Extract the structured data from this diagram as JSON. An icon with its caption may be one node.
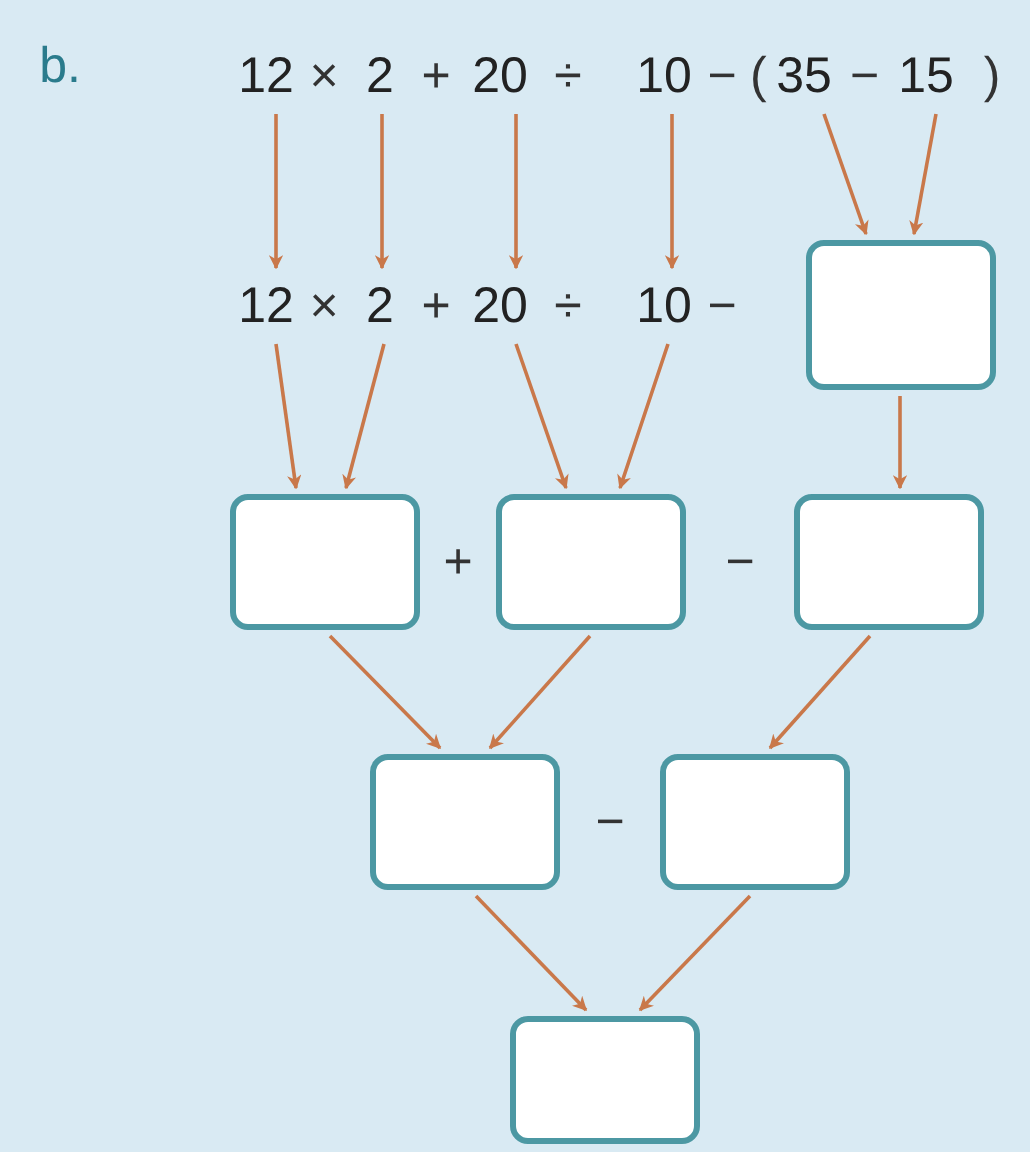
{
  "diagram": {
    "nodes": [
      {
        "text": [
          "12"
        ]
      },
      {
        "text": [
          "2"
        ]
      },
      {
        "text": [
          "20"
        ]
      },
      {
        "text": [
          "10"
        ]
      },
      {
        "text": [
          "35"
        ]
      },
      {
        "text": [
          "15"
        ]
      },
      {
        "text": [
          "12"
        ]
      },
      {
        "text": [
          "2"
        ]
      },
      {
        "text": [
          "20"
        ]
      },
      {
        "text": [
          "10"
        ]
      },
      {
        "text": [],
        "shape": "box"
      },
      {
        "text": [],
        "shape": "box"
      },
      {
        "text": [],
        "shape": "box"
      },
      {
        "text": [],
        "shape": "box"
      },
      {
        "text": [],
        "shape": "box"
      },
      {
        "text": [],
        "shape": "box"
      },
      {
        "text": [],
        "shape": "box"
      }
    ],
    "edges": [
      {
        "from": 0,
        "to": 6,
        "arrow": "to"
      },
      {
        "from": 1,
        "to": 7,
        "arrow": "to"
      },
      {
        "from": 2,
        "to": 8,
        "arrow": "to"
      },
      {
        "from": 3,
        "to": 9,
        "arrow": "to"
      },
      {
        "from": 4,
        "to": 10,
        "arrow": "to"
      },
      {
        "from": 5,
        "to": 10,
        "arrow": "to"
      },
      {
        "from": 6,
        "to": 11,
        "arrow": "to"
      },
      {
        "from": 7,
        "to": 11,
        "arrow": "to"
      },
      {
        "from": 8,
        "to": 12,
        "arrow": "to"
      },
      {
        "from": 9,
        "to": 12,
        "arrow": "to"
      },
      {
        "from": 10,
        "to": 13,
        "arrow": "to"
      },
      {
        "from": 11,
        "to": 14,
        "arrow": "to"
      },
      {
        "from": 12,
        "to": 14,
        "arrow": "to"
      },
      {
        "from": 13,
        "to": 15,
        "arrow": "to"
      },
      {
        "from": 14,
        "to": 16,
        "arrow": "to"
      },
      {
        "from": 15,
        "to": 16,
        "arrow": "to"
      }
    ],
    "labels": [
      "b.",
      "×",
      "+",
      "÷",
      "−",
      "(",
      "−",
      ")",
      "×",
      "+",
      "÷",
      "−",
      "+",
      "−",
      "−"
    ]
  }
}
